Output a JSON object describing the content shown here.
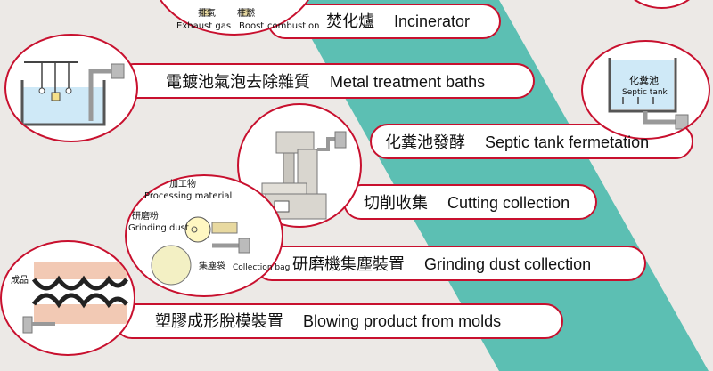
{
  "items": [
    {
      "zh": "焚化爐",
      "en": "Incinerator"
    },
    {
      "zh": "電鍍池氣泡去除雜質",
      "en": "Metal treatment baths"
    },
    {
      "zh": "化糞池發酵",
      "en": "Septic tank fermetation"
    },
    {
      "zh": "切削收集",
      "en": "Cutting collection"
    },
    {
      "zh": "研磨機集塵裝置",
      "en": "Grinding dust collection"
    },
    {
      "zh": "塑膠成形脫模裝置",
      "en": "Blowing product from molds"
    }
  ],
  "annotations": {
    "exhaust_zh": "排氣",
    "exhaust_en": "Exhaust gas",
    "boost_zh": "柱燃",
    "boost_en": "Boost",
    "combustion_en": "combustion",
    "septic_zh": "化糞池",
    "septic_en": "Septic tank",
    "processing_zh": "加工物",
    "processing_en": "Processing material",
    "grinding_zh": "研磨粉",
    "grinding_en": "Grinding dust",
    "bag_zh": "集塵袋",
    "bag_en": "Collection bag",
    "product_zh": "成品"
  },
  "colors": {
    "accent": "#c8102e",
    "band": "#5cbfb3",
    "background": "#ece9e6",
    "machine": "#d9d6cf",
    "water": "#cfe9f7"
  }
}
